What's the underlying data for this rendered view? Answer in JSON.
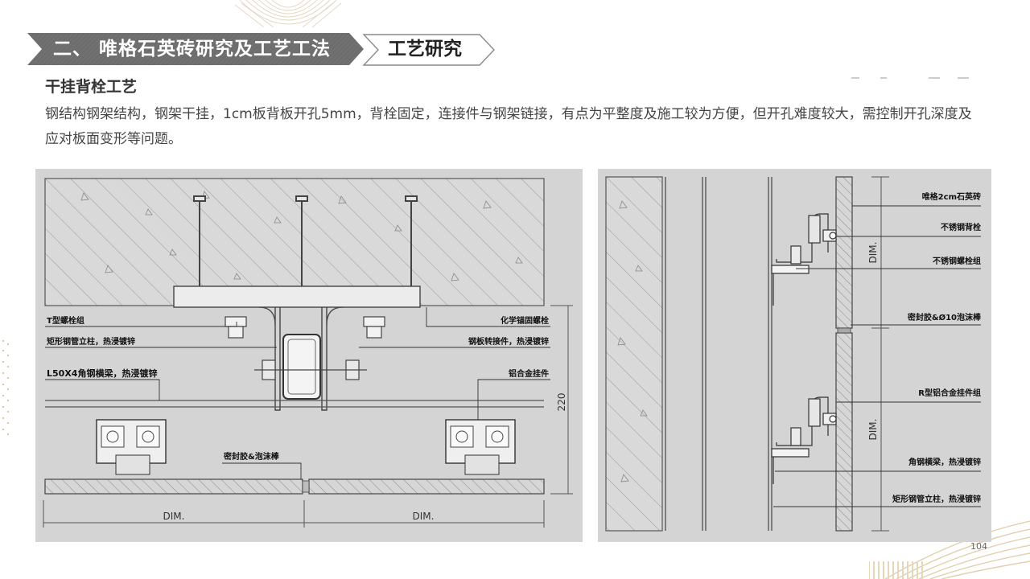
{
  "header": {
    "banner_title": "二、 唯格石英砖研究及工艺工法",
    "tab_label": "工艺研究",
    "banner_color": "#6d6d6d",
    "tab_border_color": "#8a8a8a"
  },
  "section": {
    "heading": "干挂背栓工艺",
    "body": "钢结构钢架结构，钢架干挂，1cm板背板开孔5mm，背栓固定，连接件与钢架链接，有点为平整度及施工较为方便，但开孔难度较大，需控制开孔深度及应对板面变形等问题。"
  },
  "drawing_left": {
    "labels": {
      "t_bolt": "T型螺栓组",
      "rect_tube": "矩形钢管立柱，热浸镀锌",
      "angle_beam": "L50X4角钢横梁，热浸镀锌",
      "chem_anchor": "化学锚固螺栓",
      "steel_conn": "钢板转接件，热浸镀锌",
      "alu_hanger": "铝合金挂件",
      "sealant": "密封胶&泡沫棒",
      "dim_220": "220",
      "dim_left": "DIM.",
      "dim_right": "DIM."
    }
  },
  "drawing_right": {
    "labels": {
      "tile": "唯格2cm石英砖",
      "back_bolt": "不锈钢背栓",
      "bolt_group": "不锈钢螺栓组",
      "sealant": "密封胶&Ø10泡沫棒",
      "r_hanger": "R型铝合金挂件组",
      "angle_beam": "角钢横梁，热浸镀锌",
      "rect_tube": "矩形钢管立柱，热浸镀锌",
      "dim_top": "DIM.",
      "dim_bottom": "DIM."
    }
  },
  "footer": {
    "page_number": "104"
  }
}
